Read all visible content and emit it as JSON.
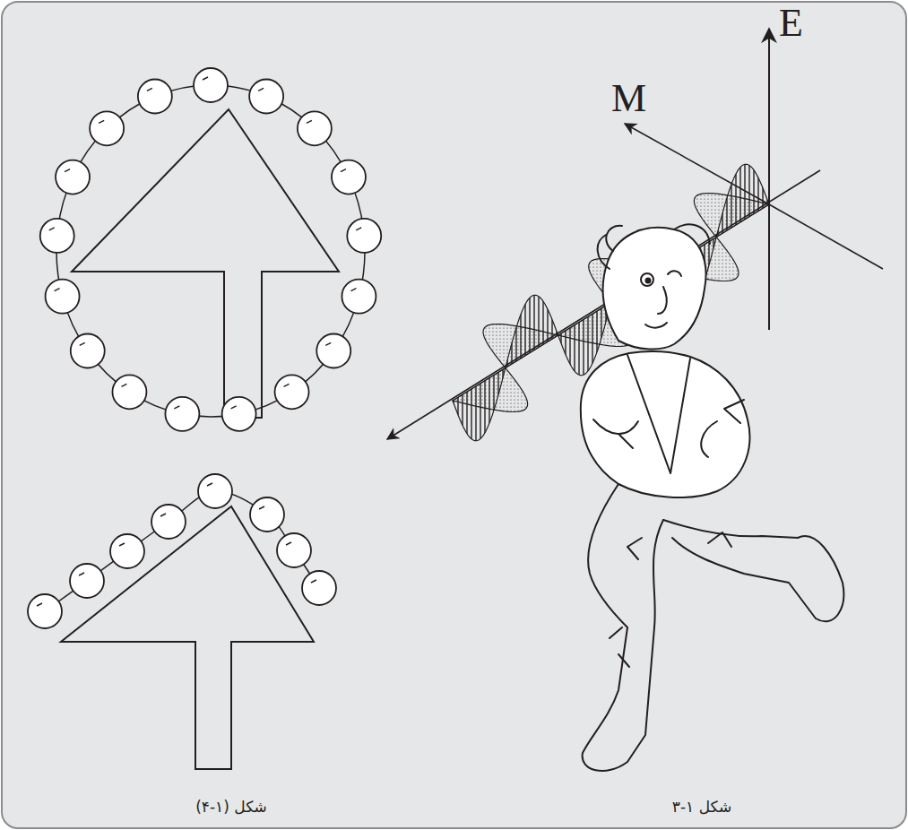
{
  "diagram": {
    "labels": [
      "E",
      "M",
      "شکل (۱-۴)",
      "شکل ۱-۳"
    ]
  }
}
